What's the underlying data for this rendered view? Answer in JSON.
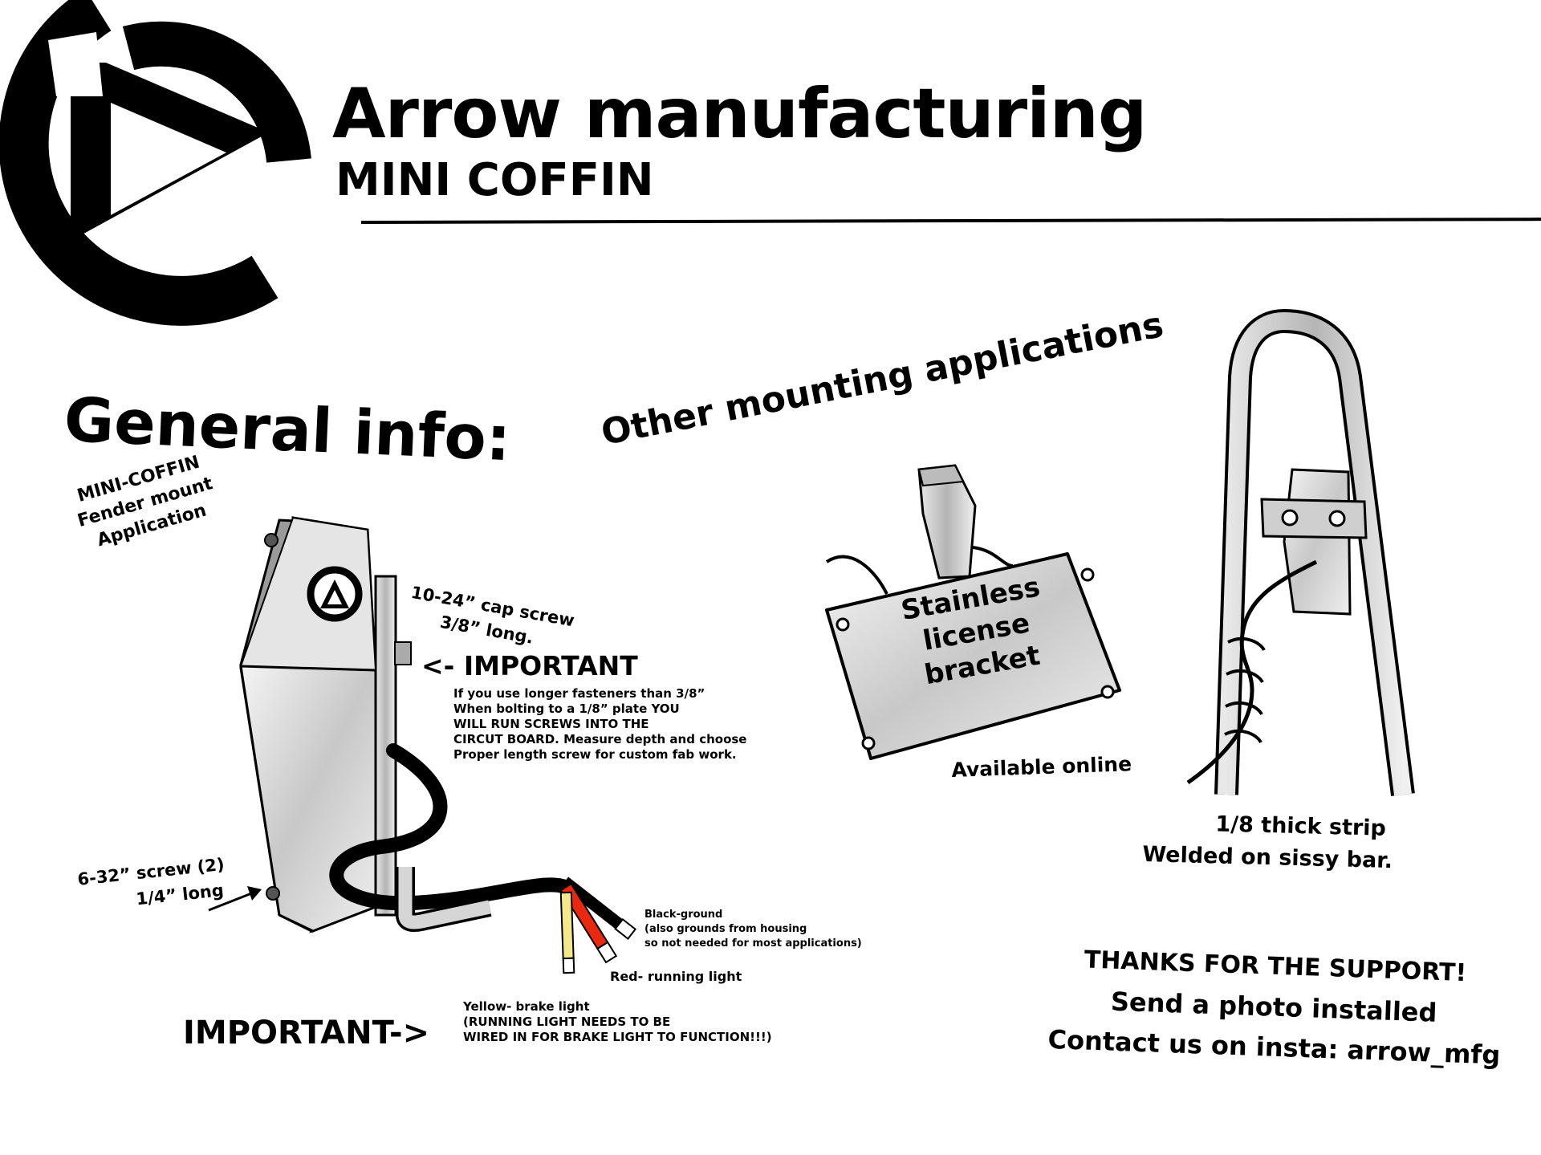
{
  "header": {
    "title": "Arrow manufacturing",
    "subtitle": "MINI COFFIN"
  },
  "sections": {
    "general_info": "General info:",
    "other_mounting": "Other mounting applications"
  },
  "fender_label": [
    "MINI-COFFIN",
    "Fender mount",
    "Application"
  ],
  "cap_screw": [
    "10-24” cap screw",
    "3/8” long."
  ],
  "important_arrow_left": "<- IMPORTANT",
  "fastener_note": [
    "If you use longer fasteners than 3/8”",
    "When bolting to a 1/8” plate YOU",
    "WILL RUN SCREWS INTO THE",
    "CIRCUT BOARD. Measure depth and choose",
    "Proper length screw for custom fab work."
  ],
  "small_screw": [
    "6-32” screw (2)",
    "1/4” long"
  ],
  "wires": {
    "black": [
      "Black-ground",
      "(also grounds from housing",
      "so not needed for most applications)"
    ],
    "red": "Red- running light",
    "yellow": [
      "Yellow- brake light",
      "(RUNNING LIGHT NEEDS TO BE",
      "WIRED IN FOR BRAKE LIGHT TO FUNCTION!!!)"
    ]
  },
  "important_arrow_right": "IMPORTANT->",
  "license_bracket": [
    "Stainless",
    "license",
    "bracket"
  ],
  "available_online": "Available online",
  "sissy_bar": [
    "1/8 thick strip",
    "Welded on sissy bar."
  ],
  "thanks": [
    "THANKS FOR THE SUPPORT!",
    "Send a photo installed",
    "Contact us on insta: arrow_mfg"
  ],
  "colors": {
    "ink": "#000000",
    "metal": "#d9d9d9",
    "metal_dark": "#8a8a8a",
    "wire_red": "#e8280f",
    "wire_yellow": "#f4e88a"
  },
  "icons": [
    "arrow-logo-icon",
    "coffin-light-icon",
    "license-bracket-icon",
    "sissy-bar-icon"
  ]
}
